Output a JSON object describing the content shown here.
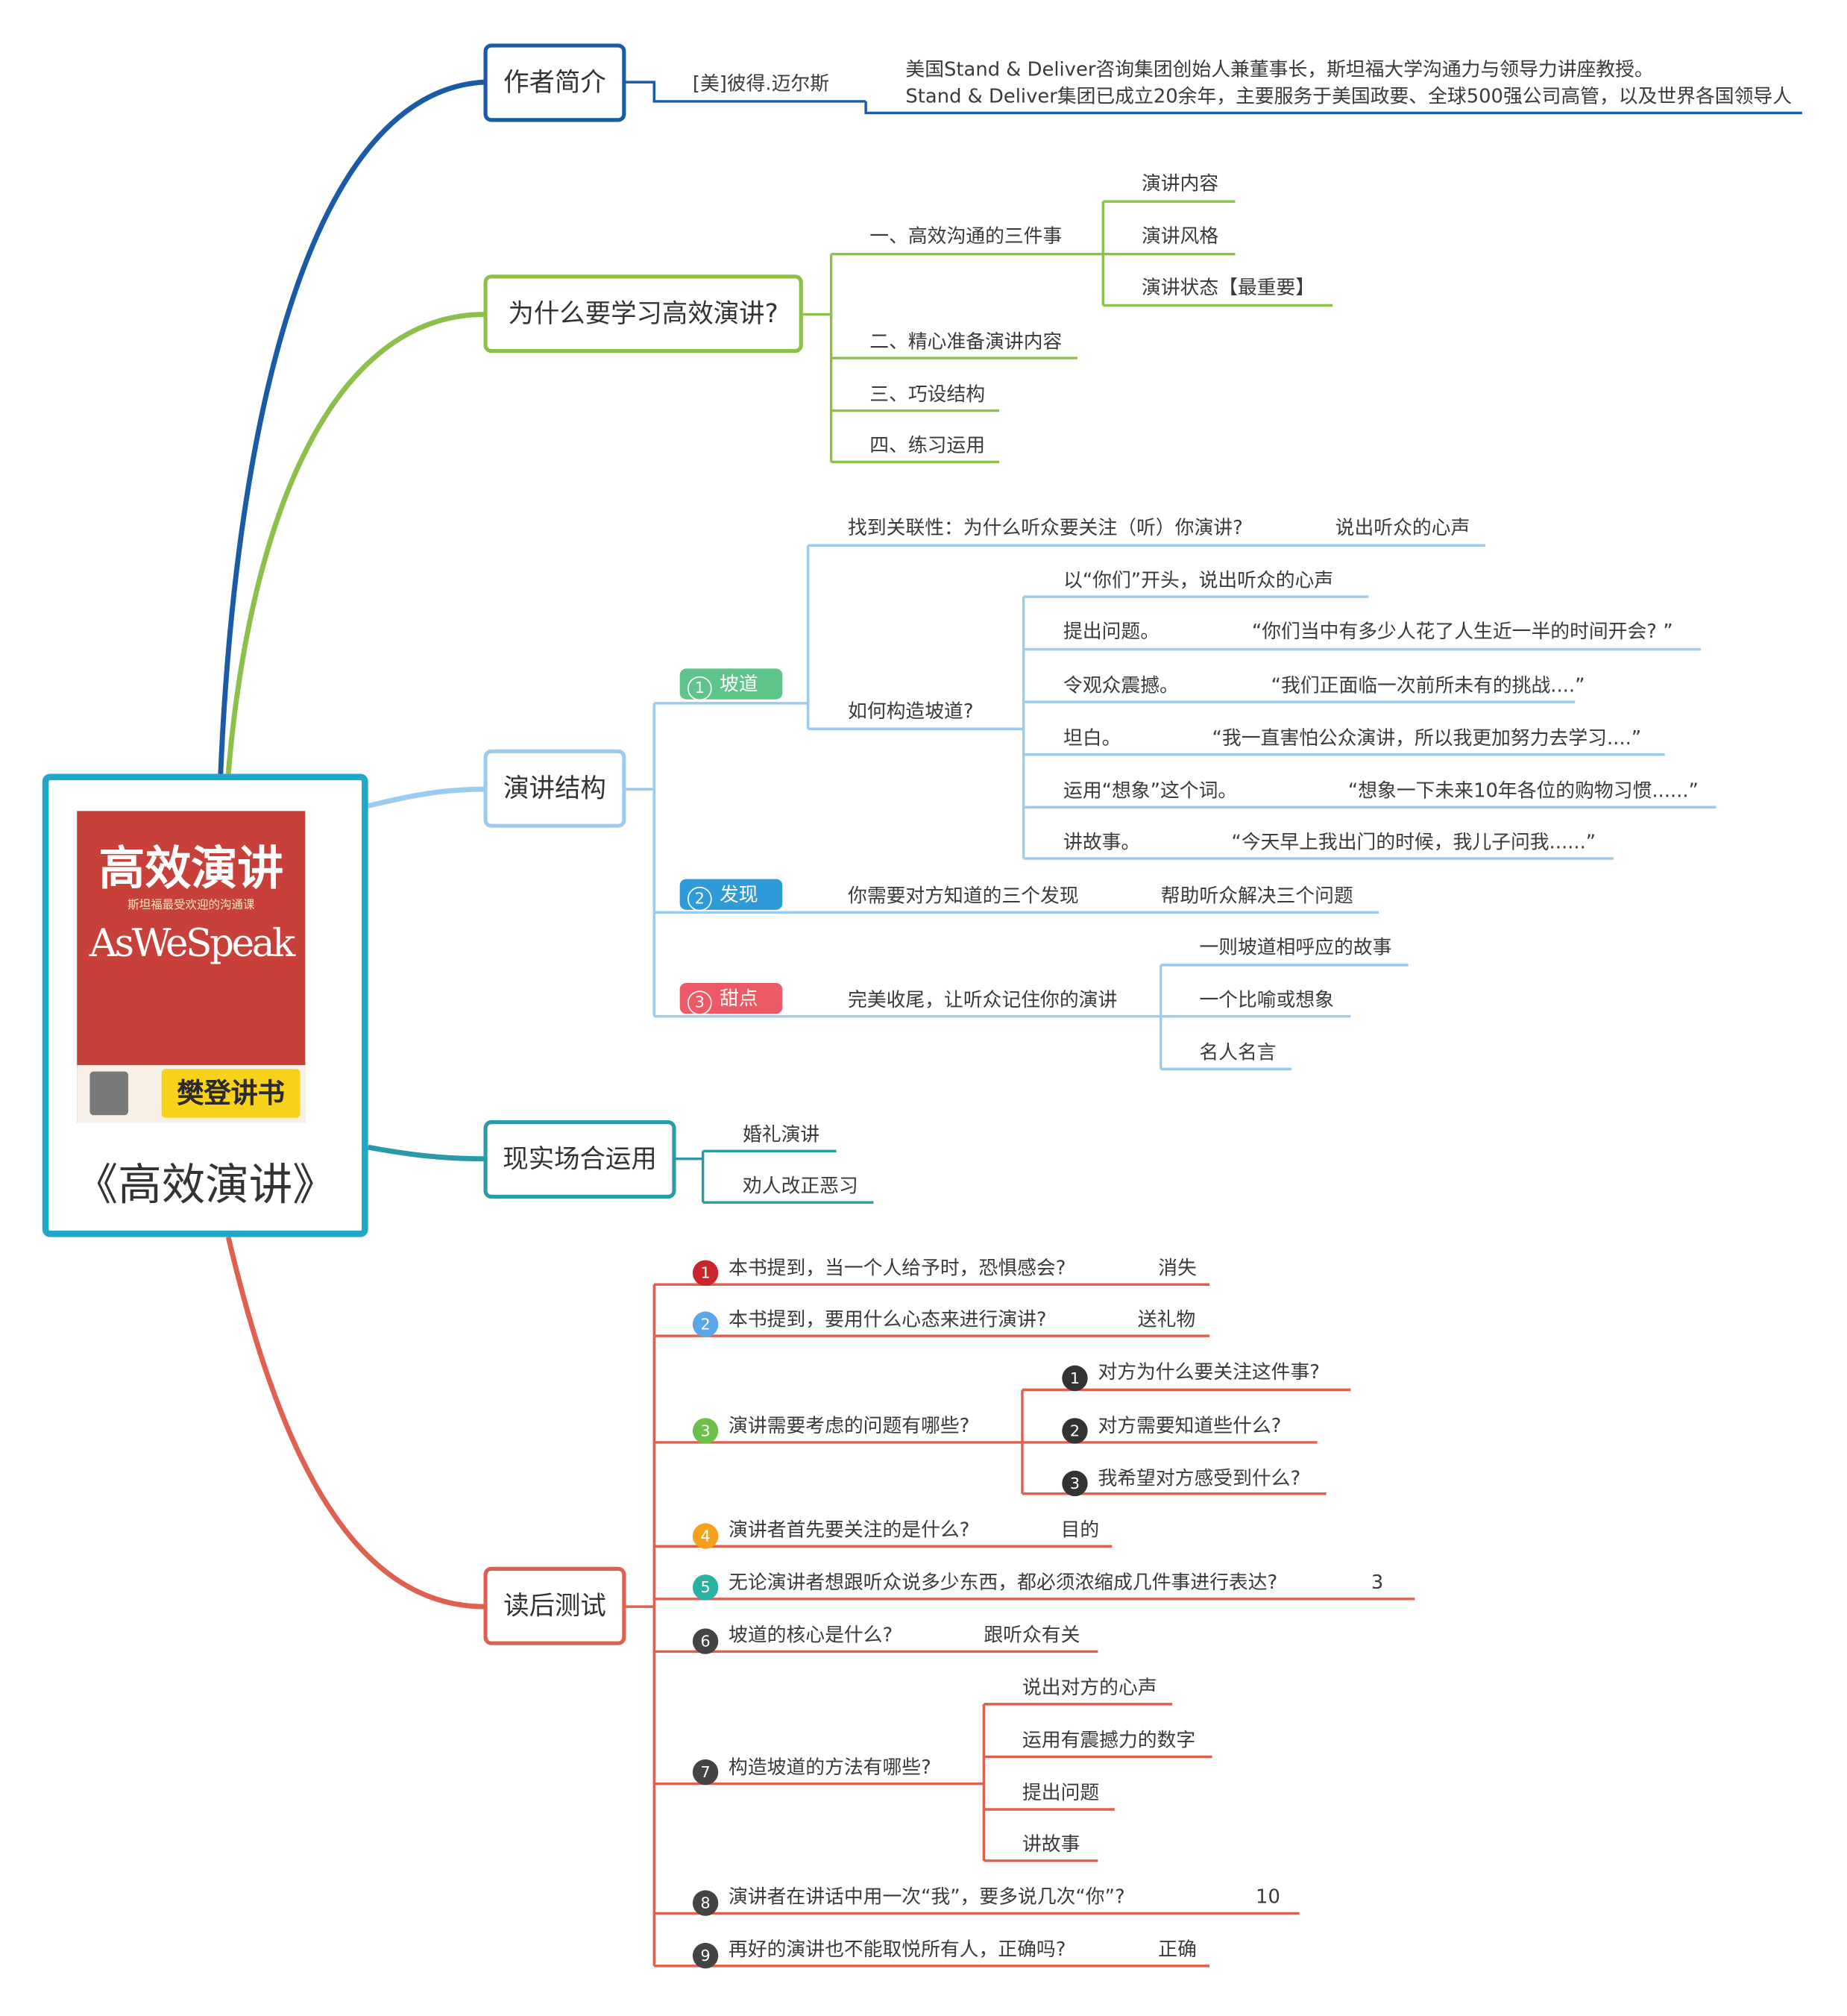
{
  "colors": {
    "blue": "#1a5aa6",
    "green": "#8cc04a",
    "lightblue": "#9ccbf0",
    "teal": "#2a9aa6",
    "red": "#e06050",
    "center": "#1fa6c9"
  },
  "center": {
    "title": "《高效演讲》",
    "cover_title": "高效演讲",
    "cover_subtitle": "斯坦福最受欢迎的沟通课",
    "cover_aws": "AsWeSpeak",
    "cover_brand": "樊登讲书"
  },
  "author": {
    "label": "作者简介",
    "name": "[美]彼得.迈尔斯",
    "line1": "美国Stand & Deliver咨询集团创始人兼董事长，斯坦福大学沟通力与领导力讲座教授。",
    "line2": "Stand & Deliver集团已成立20余年，主要服务于美国政要、全球500强公司高管，以及世界各国领导人"
  },
  "why": {
    "label": "为什么要学习高效演讲?",
    "b1": "一、高效沟通的三件事",
    "b1_items": [
      "演讲内容",
      "演讲风格",
      "演讲状态【最重要】"
    ],
    "b2": "二、精心准备演讲内容",
    "b3": "三、巧设结构",
    "b4": "四、练习运用"
  },
  "structure": {
    "label": "演讲结构",
    "t1": {
      "n": "1",
      "label": "坡道"
    },
    "t2": {
      "n": "2",
      "label": "发现"
    },
    "t3": {
      "n": "3",
      "label": "甜点"
    },
    "relevance": "找到关联性：为什么听众要关注（听）你演讲?",
    "relevance_ans": "说出听众的心声",
    "how": "如何构造坡道?",
    "methods": [
      {
        "k": "以“你们”开头，说出听众的心声",
        "v": ""
      },
      {
        "k": "提出问题。",
        "v": "“你们当中有多少人花了人生近一半的时间开会? ”"
      },
      {
        "k": "令观众震撼。",
        "v": "“我们正面临一次前所未有的挑战....”"
      },
      {
        "k": "坦白。",
        "v": "“我一直害怕公众演讲，所以我更加努力去学习....”"
      },
      {
        "k": "运用“想象”这个词。",
        "v": "“想象一下未来10年各位的购物习惯......”"
      },
      {
        "k": "讲故事。",
        "v": "“今天早上我出门的时候，我儿子问我......”"
      }
    ],
    "discover": "你需要对方知道的三个发现",
    "discover_ans": "帮助听众解决三个问题",
    "dessert": "完美收尾，让听众记住你的演讲",
    "dessert_items": [
      "一则坡道相呼应的故事",
      "一个比喻或想象",
      "名人名言"
    ]
  },
  "real": {
    "label": "现实场合运用",
    "items": [
      "婚礼演讲",
      "劝人改正恶习"
    ]
  },
  "quiz": {
    "label": "读后测试",
    "q": [
      {
        "n": "1",
        "text": "本书提到，当一个人给予时，恐惧感会?",
        "ans": "消失",
        "color": "#c8262c"
      },
      {
        "n": "2",
        "text": "本书提到，要用什么心态来进行演讲?",
        "ans": "送礼物",
        "color": "#5aa6e8"
      },
      {
        "n": "3",
        "text": "演讲需要考虑的问题有哪些?",
        "ans": "",
        "color": "#6cc04a"
      },
      {
        "n": "4",
        "text": "演讲者首先要关注的是什么?",
        "ans": "目的",
        "color": "#f4a21e"
      },
      {
        "n": "5",
        "text": "无论演讲者想跟听众说多少东西，都必须浓缩成几件事进行表达?",
        "ans": "3",
        "color": "#2ab0a0"
      },
      {
        "n": "6",
        "text": "坡道的核心是什么?",
        "ans": "跟听众有关",
        "color": "#444444"
      },
      {
        "n": "7",
        "text": "构造坡道的方法有哪些?",
        "ans": "",
        "color": "#444444"
      },
      {
        "n": "8",
        "text": "演讲者在讲话中用一次“我”，要多说几次“你”?",
        "ans": "10",
        "color": "#444444"
      },
      {
        "n": "9",
        "text": "再好的演讲也不能取悦所有人，正确吗?",
        "ans": "正确",
        "color": "#444444"
      }
    ],
    "q3_items": [
      {
        "n": "1",
        "text": "对方为什么要关注这件事?"
      },
      {
        "n": "2",
        "text": "对方需要知道些什么?"
      },
      {
        "n": "3",
        "text": "我希望对方感受到什么?"
      }
    ],
    "q7_items": [
      "说出对方的心声",
      "运用有震撼力的数字",
      "提出问题",
      "讲故事"
    ]
  }
}
